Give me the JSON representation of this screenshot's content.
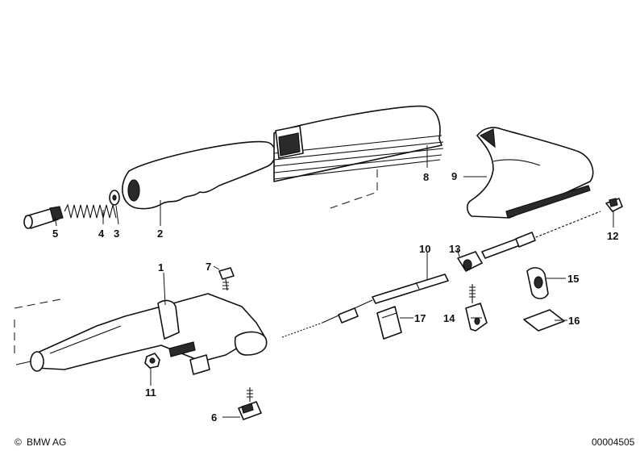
{
  "diagram": {
    "callouts": [
      "1",
      "2",
      "3",
      "4",
      "5",
      "6",
      "7",
      "8",
      "9",
      "10",
      "11",
      "12",
      "13",
      "14",
      "15",
      "16",
      "17"
    ],
    "copyright": "BMW AG",
    "copyright_symbol": "©",
    "image_number": "00004505"
  },
  "colors": {
    "ink": "#111111",
    "background": "#ffffff"
  }
}
